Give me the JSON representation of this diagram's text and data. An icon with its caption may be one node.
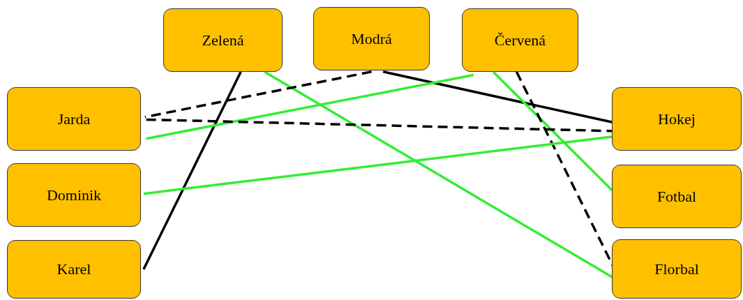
{
  "diagram": {
    "nodes": [
      {
        "text": [
          "Zelená"
        ]
      },
      {
        "text": [
          "Modrá"
        ]
      },
      {
        "text": [
          "Červená"
        ]
      },
      {
        "text": [
          "Jarda"
        ]
      },
      {
        "text": [
          "Dominik"
        ]
      },
      {
        "text": [
          "Karel"
        ]
      },
      {
        "text": [
          "Hokej"
        ]
      },
      {
        "text": [
          "Fotbal"
        ]
      },
      {
        "text": [
          "Florbal"
        ]
      }
    ],
    "edges": [
      {
        "from": 0,
        "to": 5,
        "arrow": "none"
      },
      {
        "from": 0,
        "to": 8,
        "arrow": "none",
        "color": "#33ee33"
      },
      {
        "from": 1,
        "to": 3,
        "arrow": "none",
        "style": "dashed"
      },
      {
        "from": 1,
        "to": 6,
        "arrow": "none"
      },
      {
        "from": 2,
        "to": 3,
        "arrow": "none",
        "color": "#33ee33"
      },
      {
        "from": 2,
        "to": 7,
        "arrow": "none",
        "color": "#33ee33"
      },
      {
        "from": 2,
        "to": 8,
        "arrow": "none",
        "style": "dashed"
      },
      {
        "from": 3,
        "to": 6,
        "arrow": "none",
        "style": "dashed"
      },
      {
        "from": 4,
        "to": 6,
        "arrow": "none",
        "color": "#33ee33"
      }
    ]
  }
}
